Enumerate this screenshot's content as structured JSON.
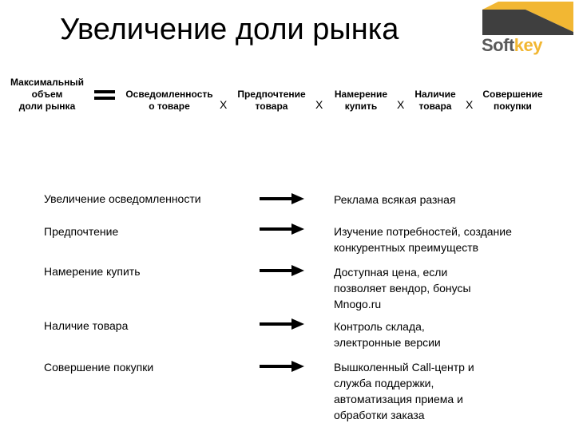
{
  "title": "Увеличение доли рынка",
  "logo": {
    "text_soft": "Soft",
    "text_key": "key",
    "colors": {
      "yellow": "#f2b733",
      "gray": "#5a5a5a"
    }
  },
  "formula": {
    "result": [
      "Максимальный",
      "объем",
      "доли рынка"
    ],
    "operator": "=",
    "factors": [
      {
        "lines": [
          "Осведомленность",
          "о товаре"
        ]
      },
      {
        "lines": [
          "Предпочтение",
          "товара"
        ]
      },
      {
        "lines": [
          "Намерение",
          "купить"
        ]
      },
      {
        "lines": [
          "Наличие",
          "товара"
        ]
      },
      {
        "lines": [
          "Совершение",
          "покупки"
        ]
      }
    ],
    "multiply": "X"
  },
  "rows": [
    {
      "label": "Увеличение осведомленности",
      "description": [
        "Реклама всякая разная"
      ]
    },
    {
      "label": "Предпочтение",
      "description": [
        "Изучение потребностей, создание",
        "конкурентных преимуществ"
      ]
    },
    {
      "label": "Намерение купить",
      "description": [
        "Доступная цена, если",
        "позволяет вендор, бонусы",
        "Mnogo.ru"
      ]
    },
    {
      "label": "Наличие товара",
      "description": [
        "Контроль склада,",
        "электронные версии"
      ]
    },
    {
      "label": "Совершение покупки",
      "description": [
        "Вышколенный Call-центр и",
        "служба поддержки,",
        "автоматизация приема и",
        "обработки заказа"
      ]
    }
  ]
}
